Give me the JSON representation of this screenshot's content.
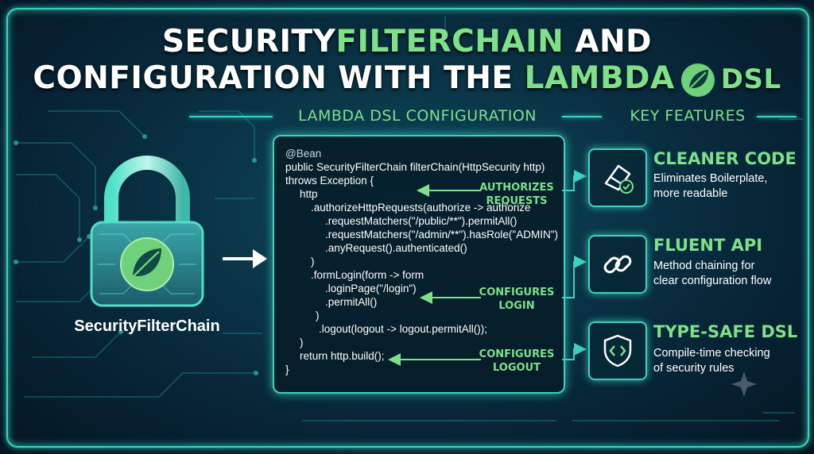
{
  "title": {
    "line1_part1": "SECURITY",
    "line1_accent": "FILTERCHAIN",
    "line1_part2": " AND",
    "line2_part1": "CONFIGURATION WITH THE ",
    "line2_accent": "LAMBDA",
    "line2_part2": "DSL"
  },
  "lock": {
    "label": "SecurityFilterChain",
    "icon": "padlock-leaf-icon"
  },
  "code_section": {
    "heading": "LAMBDA DSL CONFIGURATION",
    "lines": [
      "@Bean",
      "public SecurityFilterChain filterChain(HttpSecurity http)",
      "throws Exception {",
      "http",
      ".authorizeHttpRequests(authorize -> authorize",
      ".requestMatchers(\"/public/**\").permitAll()",
      ".requestMatchers(\"/admin/**\").hasRole(\"ADMIN\")",
      ".anyRequest().authenticated()",
      ")",
      ".formLogin(form -> form",
      ".loginPage(\"/login\")",
      ".permitAll()",
      ")",
      ".logout(logout -> logout.permitAll());",
      ")",
      "return http.build();",
      "}"
    ],
    "annotations": [
      {
        "line1": "AUTHORIZES",
        "line2": "REQUESTS"
      },
      {
        "line1": "CONFIGURES",
        "line2": "LOGIN"
      },
      {
        "line1": "CONFIGURES",
        "line2": "LOGOUT"
      }
    ]
  },
  "features_section": {
    "heading": "KEY FEATURES",
    "items": [
      {
        "title": "CLEANER CODE",
        "desc1": "Eliminates Boilerplate,",
        "desc2": "more readable",
        "icon": "eraser-check-icon"
      },
      {
        "title": "FLUENT API",
        "desc1": "Method chaining for",
        "desc2": "clear configuration flow",
        "icon": "chain-link-icon"
      },
      {
        "title": "TYPE-SAFE DSL",
        "desc1": "Compile-time checking",
        "desc2": "of security rules",
        "icon": "code-shield-icon"
      }
    ]
  },
  "colors": {
    "accent": "#7fe08a",
    "frame": "#3fd0c0",
    "background": "#082a3c"
  }
}
